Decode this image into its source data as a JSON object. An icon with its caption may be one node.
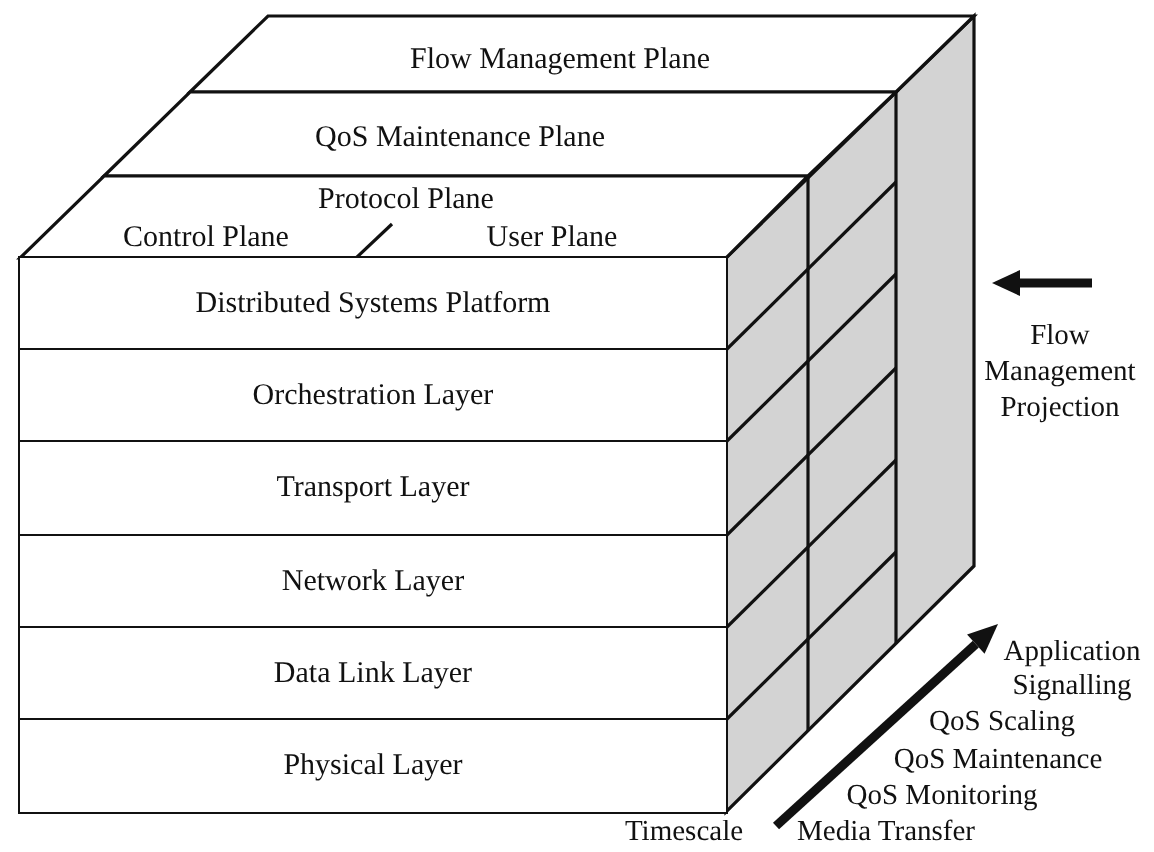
{
  "diagram": {
    "nodes": [
      {
        "text": [
          "Flow Management Plane"
        ]
      },
      {
        "text": [
          "QoS Maintenance Plane"
        ]
      },
      {
        "text": [
          "Protocol Plane",
          "Control Plane",
          "User Plane"
        ]
      },
      {
        "text": [
          "Distributed Systems Platform"
        ]
      },
      {
        "text": [
          "Orchestration Layer"
        ]
      },
      {
        "text": [
          "Transport Layer"
        ]
      },
      {
        "text": [
          "Network Layer"
        ]
      },
      {
        "text": [
          "Data Link Layer"
        ]
      },
      {
        "text": [
          "Physical Layer"
        ]
      }
    ],
    "labels": [
      "Flow Management Projection",
      "Application Signalling",
      "QoS Scaling",
      "QoS Maintenance",
      "QoS Monitoring",
      "Timescale",
      "Media Transfer"
    ]
  }
}
